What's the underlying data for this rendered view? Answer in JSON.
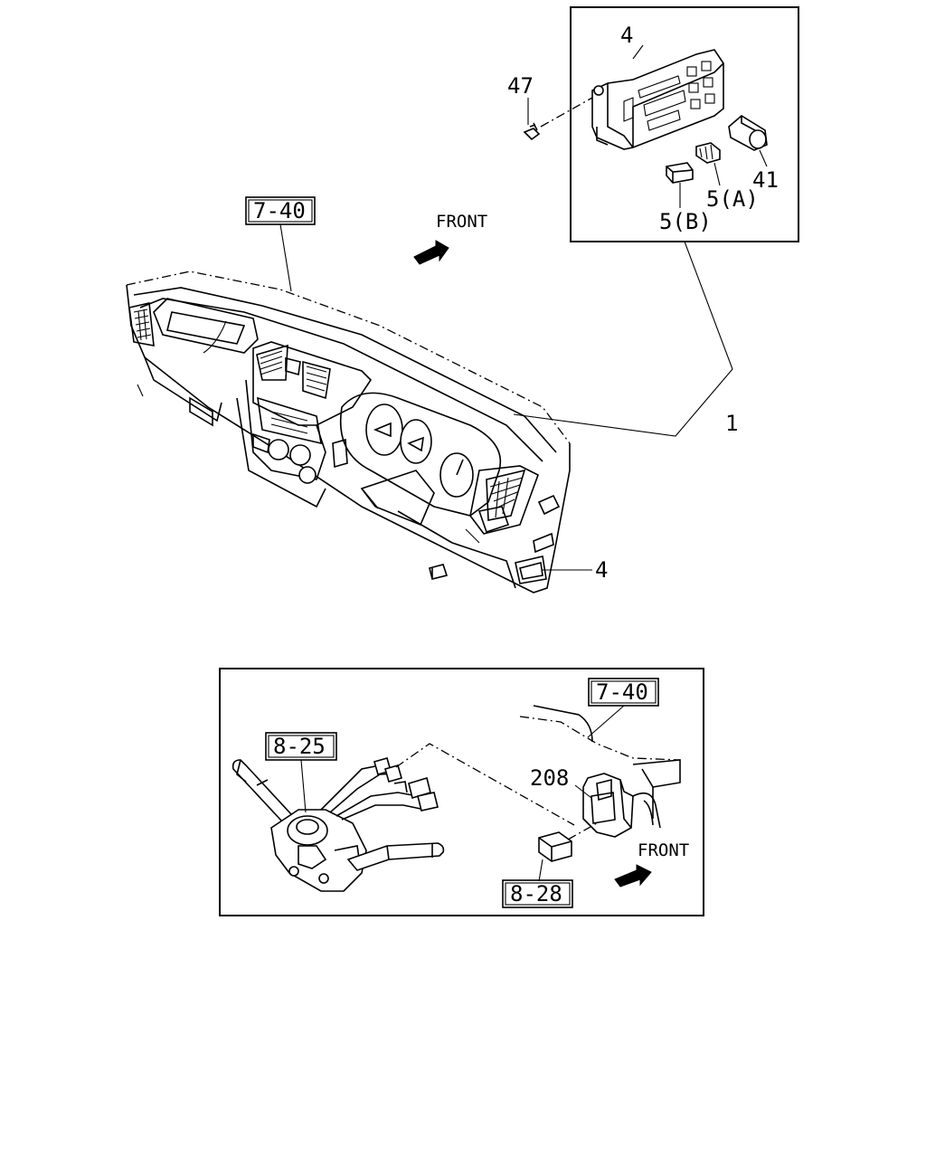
{
  "top_view": {
    "ref_box": "7-40",
    "front_label": "FRONT",
    "callouts": {
      "module": "4",
      "screw": "47",
      "bulb_a": "5(A)",
      "bulb_b": "5(B)",
      "socket": "41",
      "assembly": "1",
      "lower_switch": "4"
    }
  },
  "bottom_view": {
    "ref_box_dash": "7-40",
    "ref_box_switch": "8-25",
    "ref_box_relay": "8-28",
    "bracket": "208",
    "front_label": "FRONT"
  }
}
